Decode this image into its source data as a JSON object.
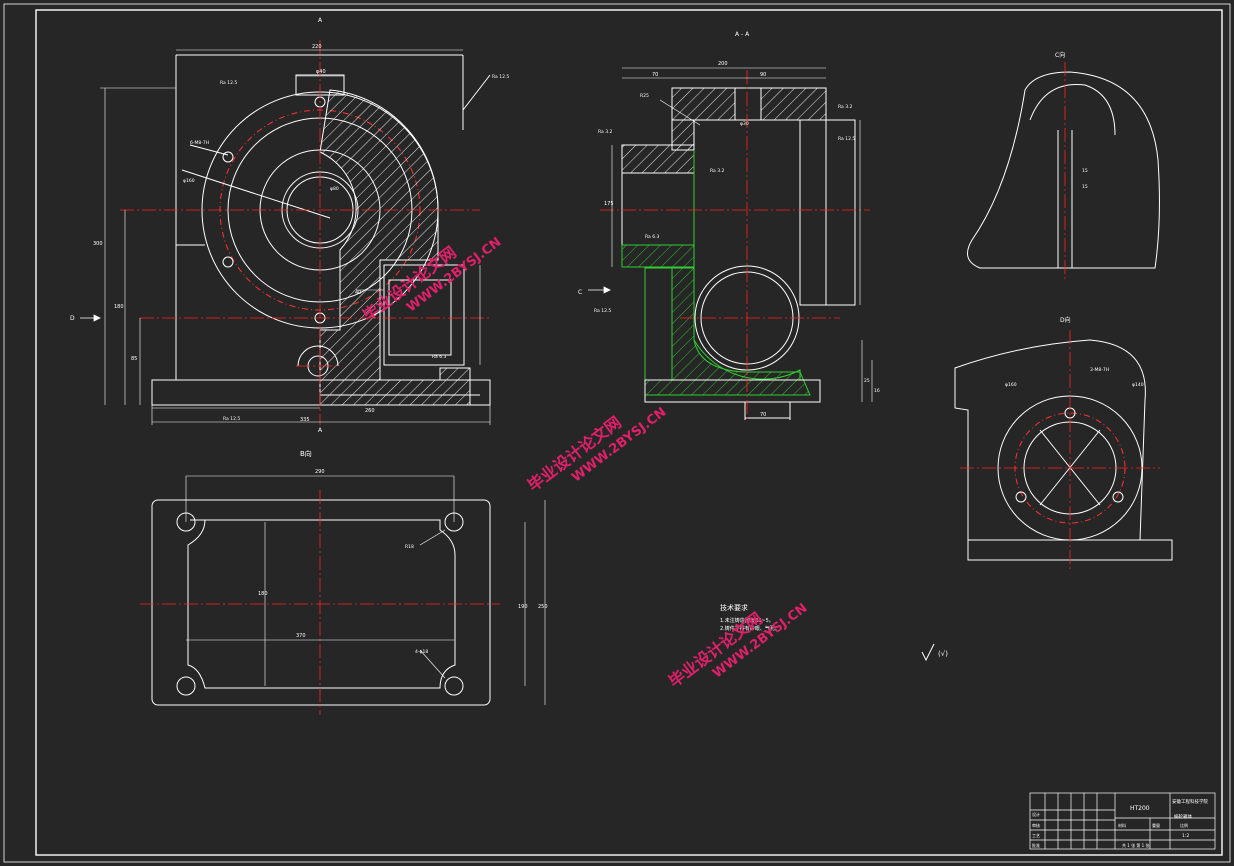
{
  "views": {
    "front_label": "A",
    "front_label_bottom": "A",
    "section_label": "A - A",
    "c_view_label": "C向",
    "d_view_label": "D向",
    "b_view_label": "B向",
    "arrow_d": "D",
    "arrow_c": "C"
  },
  "dimensions": {
    "front_top_width": "220",
    "front_bore_top": "φ40",
    "front_left_height": "300",
    "front_mid_height": "180",
    "front_low_height": "85",
    "front_slot_width": "40",
    "front_bottom_inner": "260",
    "front_bottom_total": "335",
    "front_hole_note": "6-M8-7H",
    "front_dia": "φ160",
    "front_bore": "φ80",
    "section_top_total": "200",
    "section_top_left": "70",
    "section_top_right": "90",
    "section_radius": "R25",
    "section_center_hole": "φ30",
    "section_left_height": "175",
    "section_bottom": "70",
    "section_right_bottom": "25",
    "section_right_bottom2": "16",
    "base_top": "290",
    "base_left_height": "180",
    "base_mid_width": "370",
    "base_right_h1": "190",
    "base_right_h2": "250",
    "base_hole_r": "R18",
    "base_hole_d": "4-φ18",
    "c_view_dim1": "15",
    "c_view_dim2": "15",
    "d_view_note1": "φ160",
    "d_view_note2": "3-M8-7H",
    "d_view_note3": "φ140"
  },
  "roughness": {
    "r1": "Ra 12.5",
    "r2": "Ra 12.5",
    "r3": "Ra 6.3",
    "r4": "Ra 12.5",
    "r5": "Ra 3.2",
    "r6": "Ra 3.2",
    "r7": "Ra 3.2",
    "r8": "Ra 12.5",
    "r9": "Ra 12.5",
    "r10": "Ra 6.3",
    "general_symbol": "(√)"
  },
  "tech_notes": {
    "title": "技术要求",
    "line1": "1.未注铸造圆角R3~5。",
    "line2": "2.铸件不得有砂眼、气孔。"
  },
  "watermarks": [
    {
      "line1": "毕业设计论文网",
      "line2": "WWW.2BYSJ.CN"
    },
    {
      "line1": "毕业设计论文网",
      "line2": "WWW.2BYSJ.CN"
    },
    {
      "line1": "毕业设计论文网",
      "line2": "WWW.2BYSJ.CN"
    }
  ],
  "title_block": {
    "material": "HT200",
    "school": "安徽工程科技学院",
    "part_name": "蜗轮箱体",
    "scale": "1:2",
    "sheet": "共 1 张  第 1 张",
    "designer": "设计",
    "checker": "审核",
    "process": "工艺",
    "approve": "批准",
    "label_material": "材料",
    "label_scale": "比例",
    "label_weight": "重量"
  }
}
